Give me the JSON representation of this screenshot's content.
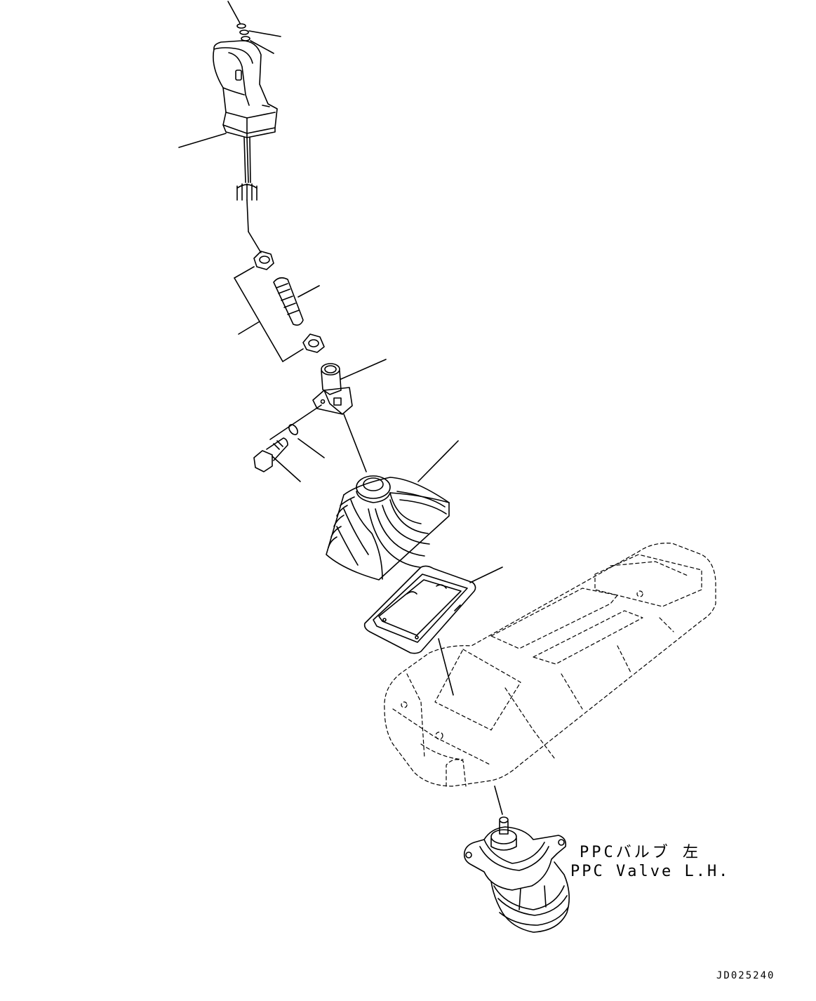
{
  "diagram": {
    "labels": {
      "ppc_valve_jp": "PPCバルブ 左",
      "ppc_valve_en": "PPC Valve L.H."
    },
    "drawing_code": "JD025240"
  }
}
